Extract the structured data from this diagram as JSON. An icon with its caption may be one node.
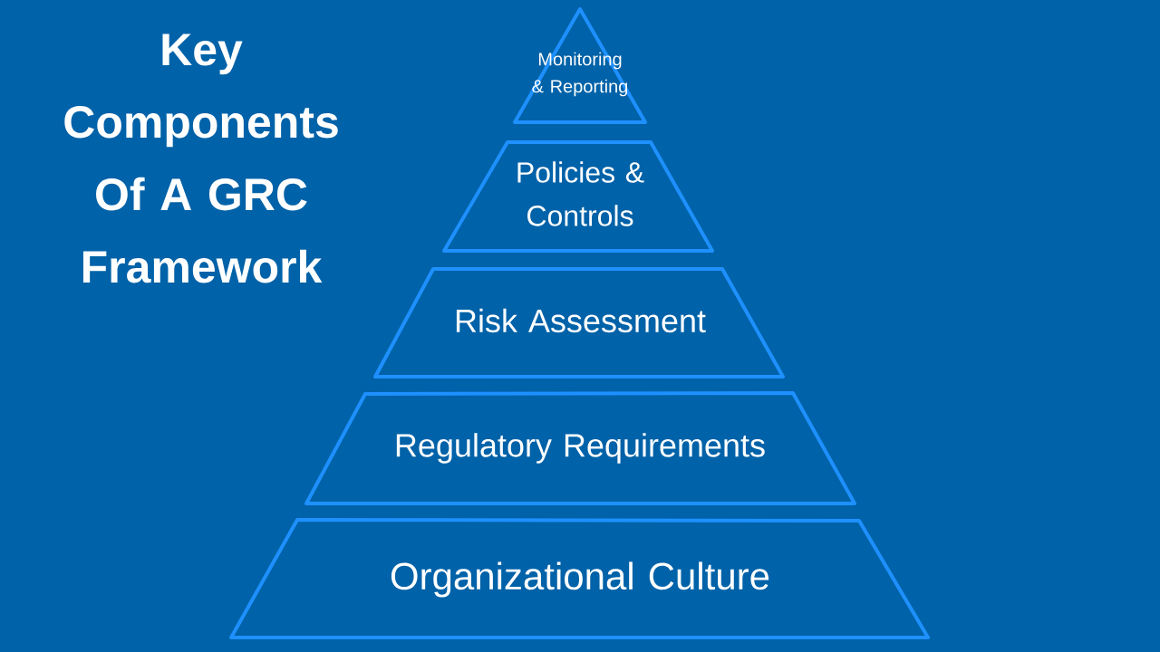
{
  "diagram": {
    "title": "Key Components Of A GRC Framework",
    "nodes": [
      {
        "text": [
          "Monitoring & Reporting"
        ]
      },
      {
        "text": [
          "Policies & Controls"
        ]
      },
      {
        "text": [
          "Risk Assessment"
        ]
      },
      {
        "text": [
          "Regulatory Requirements"
        ]
      },
      {
        "text": [
          "Organizational Culture"
        ]
      }
    ]
  }
}
